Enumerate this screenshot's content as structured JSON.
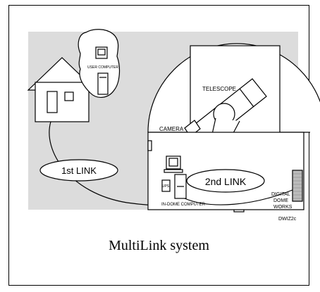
{
  "caption": "MultiLink system",
  "figure_code": "DWIZ2c",
  "labels": {
    "user_computer": "USER COMPUTER",
    "telescope": "TELESCOPE",
    "camera": "CAMERA",
    "first_link": "1st LINK",
    "second_link": "2nd LINK",
    "ups": "UPS",
    "in_dome_computer": "IN-DOME COMPUTER",
    "digital_dome_works": [
      "DIGITAL",
      "DOME",
      "WORKS"
    ]
  },
  "colors": {
    "ink": "#000000",
    "panel": "#dcdcdc",
    "paper": "#ffffff"
  }
}
